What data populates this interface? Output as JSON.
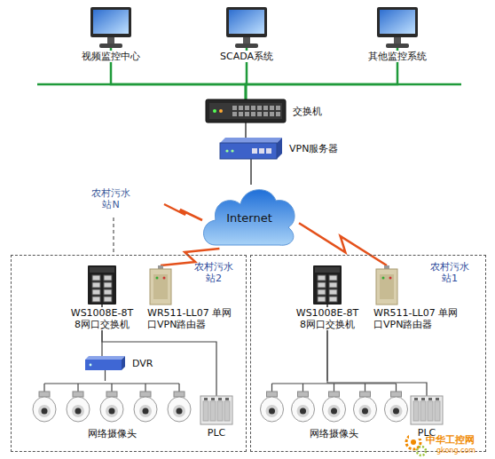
{
  "diagram": {
    "nodes": [
      {
        "text": [
          "视频监控中心"
        ]
      },
      {
        "text": [
          "SCADA系统"
        ]
      },
      {
        "text": [
          "其他监控系统"
        ]
      },
      {
        "text": [
          "交换机"
        ]
      },
      {
        "text": [
          "VPN服务器"
        ]
      },
      {
        "text": [
          "Internet"
        ]
      },
      {
        "text": [
          "农村污水 站2"
        ]
      },
      {
        "text": [
          "WS1008E-8T 8网口交换机"
        ],
        "in": 6
      },
      {
        "text": [
          "WR511-LL07 单网口VPN路由器"
        ],
        "in": 6
      },
      {
        "text": [
          "DVR"
        ],
        "in": 6
      },
      {
        "text": [
          "网络摄像头"
        ],
        "in": 6
      },
      {
        "text": [
          "PLC"
        ],
        "in": 6
      },
      {
        "text": [
          "农村污水 站1"
        ]
      },
      {
        "text": [
          "WS1008E-8T 8网口交换机"
        ],
        "in": 12
      },
      {
        "text": [
          "WR511-LL07 单网口VPN路由器"
        ],
        "in": 12
      },
      {
        "text": [
          "网络摄像头"
        ],
        "in": 12
      },
      {
        "text": [
          "PLC"
        ],
        "in": 12
      }
    ],
    "edges": [
      {
        "from": 0,
        "to": 3,
        "arrow": "none"
      },
      {
        "from": 1,
        "to": 3,
        "arrow": "none"
      },
      {
        "from": 2,
        "to": 3,
        "arrow": "none"
      },
      {
        "from": 3,
        "to": 4,
        "arrow": "none"
      },
      {
        "from": 4,
        "to": 5,
        "arrow": "none"
      },
      {
        "from": 5,
        "to": 8,
        "arrow": "none"
      },
      {
        "from": 5,
        "to": 14,
        "arrow": "none"
      },
      {
        "from": 7,
        "to": 9,
        "arrow": "none"
      },
      {
        "from": 9,
        "to": 10,
        "arrow": "none"
      },
      {
        "from": 7,
        "to": 11,
        "arrow": "none"
      },
      {
        "from": 13,
        "to": 15,
        "arrow": "none"
      },
      {
        "from": 13,
        "to": 16,
        "arrow": "none"
      }
    ],
    "labels": [
      "农村污水 站N",
      "中华工控网",
      "gkong.com"
    ]
  }
}
